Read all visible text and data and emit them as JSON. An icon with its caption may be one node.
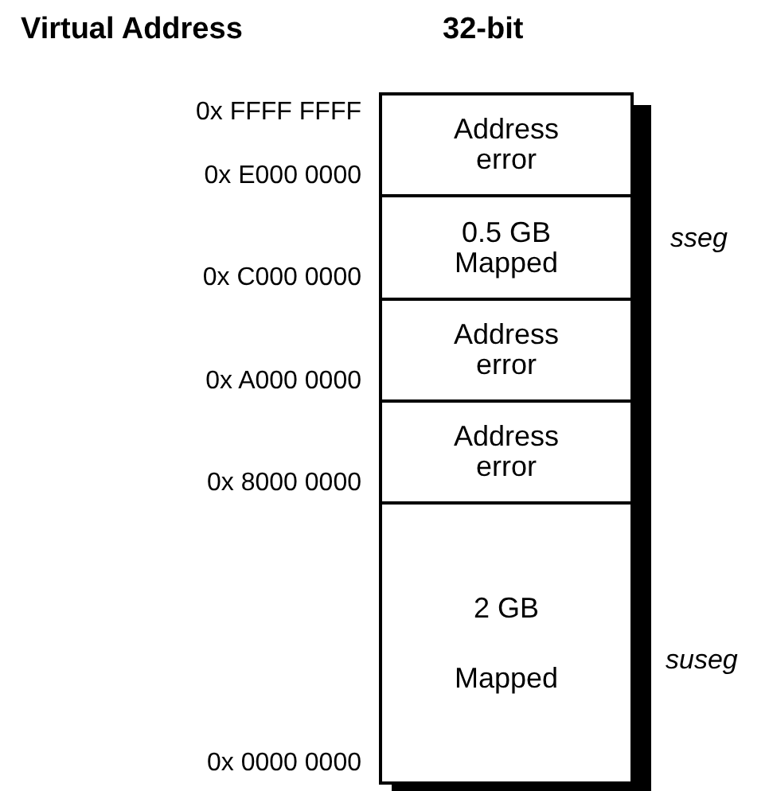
{
  "diagram": {
    "nodes": [
      {
        "text": [
          "Address error"
        ]
      },
      {
        "text": [
          "0.5 GB Mapped"
        ]
      },
      {
        "text": [
          "Address error"
        ]
      },
      {
        "text": [
          "Address error"
        ]
      },
      {
        "text": [
          "2 GB Mapped"
        ]
      }
    ],
    "labels": [
      "Virtual Address",
      "32-bit",
      "0x FFFF FFFF",
      "0x E000 0000",
      "0x C000 0000",
      "0x A000 0000",
      "0x 8000 0000",
      "0x 0000 0000",
      "sseg",
      "suseg"
    ]
  }
}
